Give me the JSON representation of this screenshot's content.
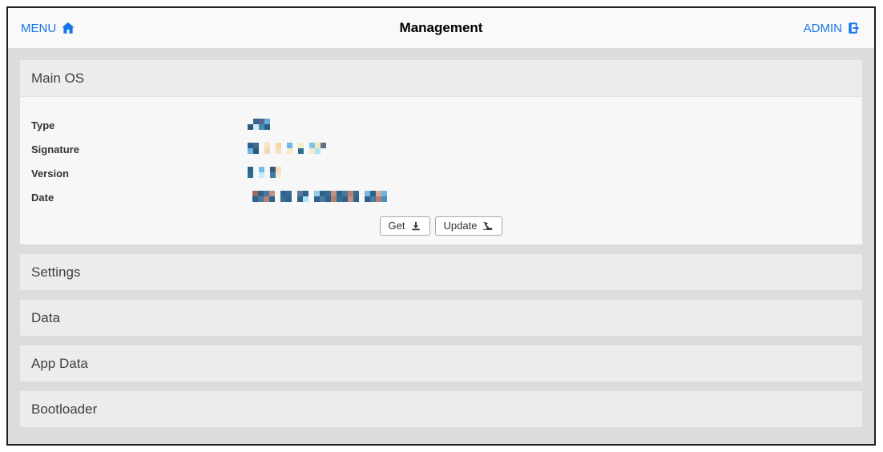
{
  "topbar": {
    "menu_label": "MENU",
    "title": "Management",
    "admin_label": "ADMIN"
  },
  "colors": {
    "accent_blue": "#1776e8",
    "frame_border": "#1f1f1f",
    "container_gray": "#dcdcdc",
    "panel_header_gray": "#ececec",
    "panel_body_gray": "#f7f7f8"
  },
  "main_os": {
    "title": "Main OS",
    "fields": [
      {
        "label": "Type",
        "value_redacted": true,
        "pixels": [
          [
            "",
            "#37648e",
            "#56678f",
            "#64aeda"
          ],
          [
            "#2b5a80",
            "#cdeaf2",
            "#4889b4",
            "#276180"
          ]
        ]
      },
      {
        "label": "Signature",
        "value_redacted": true,
        "pixels": [
          [
            "#2f6089",
            "#3a6b92",
            "",
            "#f2e3b8",
            "",
            "#f7d3a8",
            "",
            "#74b9e6",
            "",
            "#f4ecc8",
            "",
            "#7fc4ec",
            "#f2e8c0",
            "#5f7285"
          ],
          [
            "#6fb3de",
            "#2b5a80",
            "",
            "#eed9b0",
            "",
            "#f7e0bd",
            "",
            "#f4ecc8",
            "",
            "#2e6f8e",
            "",
            "#f4ecc8",
            "#aee3ef",
            ""
          ]
        ]
      },
      {
        "label": "Version",
        "value_redacted": true,
        "pixels": [
          [
            "#2e6389",
            "",
            "#74bbe8",
            "",
            "#3c5a74",
            "#f5dfba"
          ],
          [
            "#2b7092",
            "",
            "#c8ecf4",
            "",
            "#3f81ad",
            "#f7ead0"
          ]
        ]
      },
      {
        "label": "Date",
        "value_redacted": true,
        "pixels": [
          [
            "#a06a62",
            "#2e6389",
            "#4a7a9e",
            "#c58f82",
            "",
            "#2e6389",
            "#3a6b92",
            "",
            "#5a7a94",
            "#2e6389",
            "",
            "#8fd0e8",
            "#2e6389",
            "#3a6b92",
            "#c58f82",
            "#2e6389",
            "#4a7a9e",
            "#b87f74",
            "#3a6b92",
            "",
            "#74b9e6",
            "#2e6389",
            "#d8a892",
            "#6fb3de"
          ],
          [
            "#2e6389",
            "#4a7a9e",
            "#b87f74",
            "#2e6389",
            "",
            "#3a6b92",
            "#2e6389",
            "",
            "#2e6389",
            "#aee3ef",
            "",
            "#2e6389",
            "#4a7a9e",
            "#2e6389",
            "#b87f74",
            "#3a6b92",
            "#2e6389",
            "#c58f82",
            "#2e6389",
            "",
            "#2e6389",
            "#4a7a9e",
            "#b87f74",
            "#4a90b8"
          ]
        ]
      }
    ],
    "get_button": {
      "label": "Get",
      "icon": "download-icon"
    },
    "update_button": {
      "label": "Update",
      "icon": "upload-icon"
    }
  },
  "sections": [
    {
      "title": "Settings"
    },
    {
      "title": "Data"
    },
    {
      "title": "App Data"
    },
    {
      "title": "Bootloader"
    }
  ]
}
